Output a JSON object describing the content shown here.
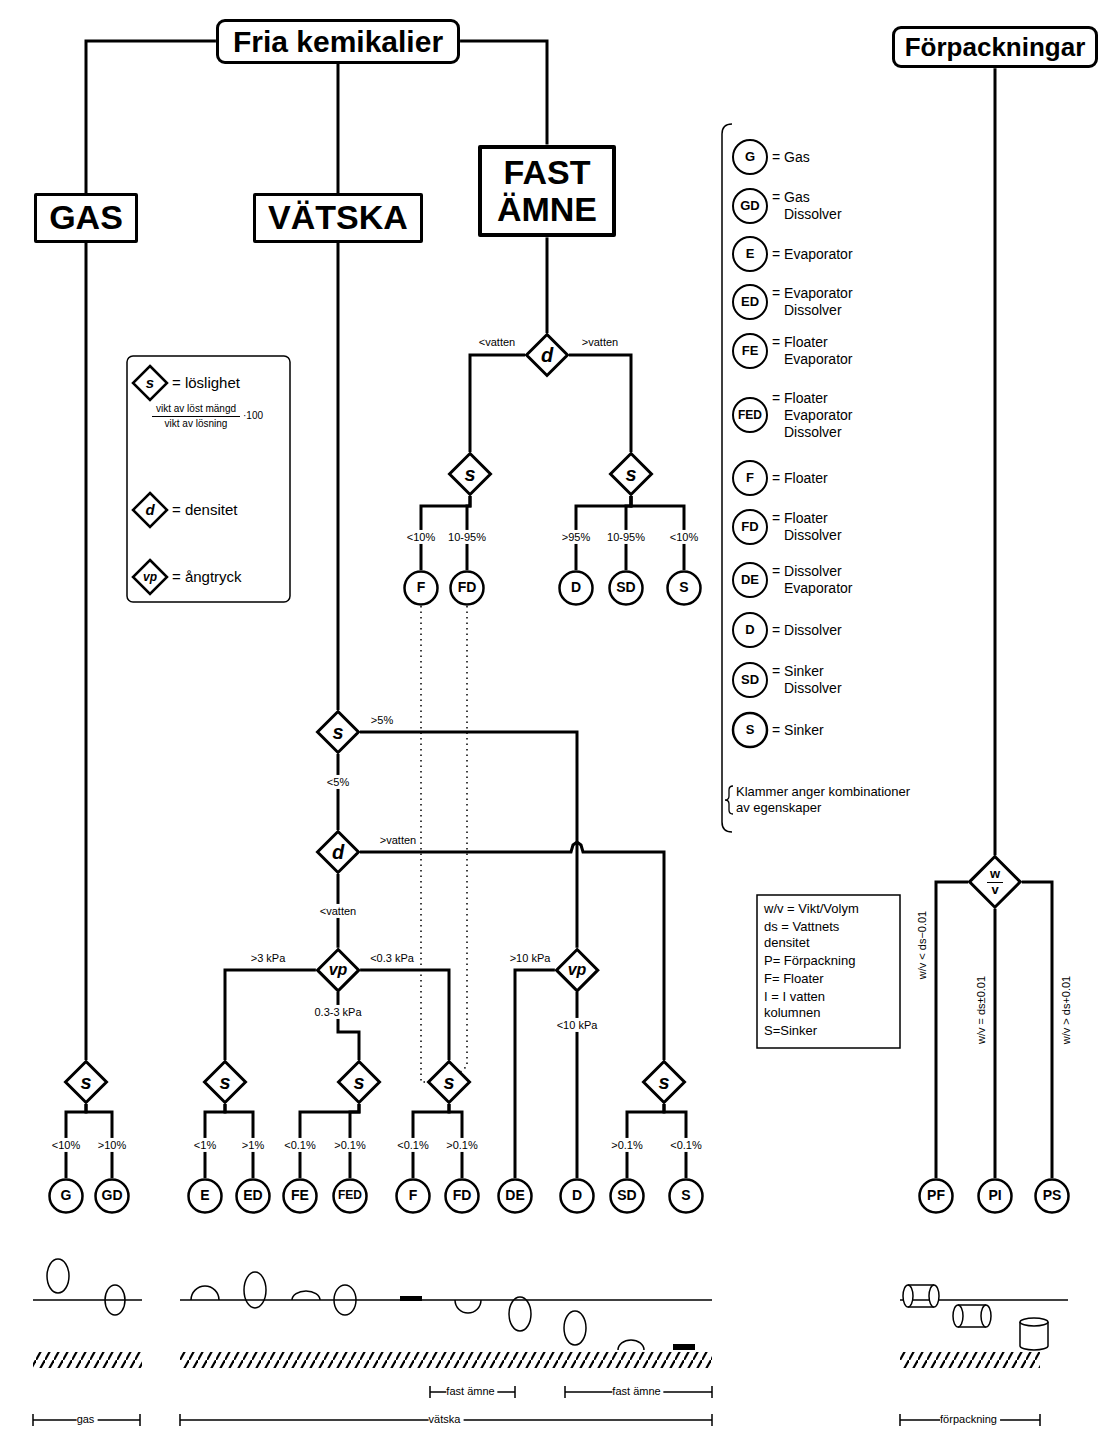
{
  "diagram": {
    "nodes": [
      {
        "text": [
          "Fria kemikalier"
        ]
      },
      {
        "text": [
          "Förpackningar"
        ]
      },
      {
        "text": [
          "GAS"
        ]
      },
      {
        "text": [
          "VÄTSKA"
        ]
      },
      {
        "text": [
          "FAST ÄMNE"
        ]
      },
      {
        "text": [
          "d"
        ]
      },
      {
        "text": [
          "s"
        ]
      },
      {
        "text": [
          "s"
        ]
      },
      {
        "text": [
          "F"
        ]
      },
      {
        "text": [
          "FD"
        ]
      },
      {
        "text": [
          "D"
        ]
      },
      {
        "text": [
          "SD"
        ]
      },
      {
        "text": [
          "S"
        ]
      },
      {
        "text": [
          "s"
        ]
      },
      {
        "text": [
          "d"
        ]
      },
      {
        "text": [
          "vp"
        ]
      },
      {
        "text": [
          "vp"
        ]
      },
      {
        "text": [
          "s"
        ]
      },
      {
        "text": [
          "s"
        ]
      },
      {
        "text": [
          "s"
        ]
      },
      {
        "text": [
          "s"
        ]
      },
      {
        "text": [
          "E"
        ]
      },
      {
        "text": [
          "ED"
        ]
      },
      {
        "text": [
          "FE"
        ]
      },
      {
        "text": [
          "FED"
        ]
      },
      {
        "text": [
          "F"
        ]
      },
      {
        "text": [
          "FD"
        ]
      },
      {
        "text": [
          "DE"
        ]
      },
      {
        "text": [
          "D"
        ]
      },
      {
        "text": [
          "SD"
        ]
      },
      {
        "text": [
          "S"
        ]
      },
      {
        "text": [
          "s"
        ]
      },
      {
        "text": [
          "G"
        ]
      },
      {
        "text": [
          "GD"
        ]
      },
      {
        "text": [
          "w",
          "v"
        ]
      },
      {
        "text": [
          "PF"
        ]
      },
      {
        "text": [
          "PI"
        ]
      },
      {
        "text": [
          "PS"
        ]
      }
    ],
    "edges": [
      {
        "from": 0,
        "to": 2,
        "arrow": "none"
      },
      {
        "from": 0,
        "to": 3,
        "arrow": "none"
      },
      {
        "from": 0,
        "to": 4,
        "arrow": "none"
      },
      {
        "from": 1,
        "to": 34,
        "arrow": "none"
      },
      {
        "from": 4,
        "to": 5,
        "arrow": "none"
      },
      {
        "from": 5,
        "to": 6,
        "label": "<vatten",
        "arrow": "none"
      },
      {
        "from": 5,
        "to": 7,
        "label": ">vatten",
        "arrow": "none"
      },
      {
        "from": 6,
        "to": 8,
        "label": "<10%",
        "arrow": "none"
      },
      {
        "from": 6,
        "to": 9,
        "label": "10-95%",
        "arrow": "none"
      },
      {
        "from": 7,
        "to": 10,
        "label": ">95%",
        "arrow": "none"
      },
      {
        "from": 7,
        "to": 11,
        "label": "10-95%",
        "arrow": "none"
      },
      {
        "from": 7,
        "to": 12,
        "label": "<10%",
        "arrow": "none"
      },
      {
        "from": 3,
        "to": 13,
        "arrow": "none"
      },
      {
        "from": 13,
        "to": 16,
        "label": ">5%",
        "arrow": "none"
      },
      {
        "from": 13,
        "to": 14,
        "label": "<5%",
        "arrow": "none"
      },
      {
        "from": 14,
        "to": 20,
        "label": ">vatten",
        "arrow": "none"
      },
      {
        "from": 14,
        "to": 15,
        "label": "<vatten",
        "arrow": "none"
      },
      {
        "from": 15,
        "to": 17,
        "label": ">3 kPa",
        "arrow": "none"
      },
      {
        "from": 15,
        "to": 18,
        "label": "0.3-3 kPa",
        "arrow": "none"
      },
      {
        "from": 15,
        "to": 19,
        "label": "<0.3 kPa",
        "arrow": "none"
      },
      {
        "from": 16,
        "to": 27,
        "label": ">10 kPa",
        "arrow": "none"
      },
      {
        "from": 16,
        "to": 28,
        "label": "<10 kPa",
        "arrow": "none"
      },
      {
        "from": 17,
        "to": 21,
        "label": "<1%",
        "arrow": "none"
      },
      {
        "from": 17,
        "to": 22,
        "label": ">1%",
        "arrow": "none"
      },
      {
        "from": 18,
        "to": 23,
        "label": "<0.1%",
        "arrow": "none"
      },
      {
        "from": 18,
        "to": 24,
        "label": ">0.1%",
        "arrow": "none"
      },
      {
        "from": 19,
        "to": 25,
        "label": "<0.1%",
        "arrow": "none"
      },
      {
        "from": 19,
        "to": 26,
        "label": ">0.1%",
        "arrow": "none"
      },
      {
        "from": 20,
        "to": 29,
        "label": ">0.1%",
        "arrow": "none"
      },
      {
        "from": 20,
        "to": 30,
        "label": "<0.1%",
        "arrow": "none"
      },
      {
        "from": 8,
        "to": 19,
        "arrow": "none"
      },
      {
        "from": 9,
        "to": 19,
        "arrow": "none"
      },
      {
        "from": 2,
        "to": 31,
        "arrow": "none"
      },
      {
        "from": 31,
        "to": 32,
        "label": "<10%",
        "arrow": "none"
      },
      {
        "from": 31,
        "to": 33,
        "label": ">10%",
        "arrow": "none"
      },
      {
        "from": 34,
        "to": 35,
        "label": "w/v < ds−0.01",
        "arrow": "none"
      },
      {
        "from": 34,
        "to": 36,
        "label": "w/v = ds±0.01",
        "arrow": "none"
      },
      {
        "from": 34,
        "to": 37,
        "label": "w/v > ds+0.01",
        "arrow": "none"
      }
    ],
    "labels": [
      "s",
      "d",
      "vp",
      "vikt av löst mängd",
      "vikt av lösning",
      "·100",
      "G",
      "GD",
      "E",
      "ED",
      "FE",
      "FED",
      "F",
      "FD",
      "DE",
      "D",
      "SD",
      "S",
      "Klammer anger kombinationer av egenskaper",
      "w/v = Vikt/Volym",
      "ds = Vattnets densitet",
      "P= Förpackning",
      "F= Floater",
      "I = I vatten kolumnen",
      "S=Sinker",
      "gas",
      "vätska",
      "fast ämne",
      "fast ämne",
      "förpackning"
    ],
    "legend": [
      {
        "text": "= löslighet"
      },
      {
        "text": "= densitet"
      },
      {
        "text": "= ångtryck"
      },
      {
        "text": "= Gas"
      },
      {
        "text": "= Gas Dissolver"
      },
      {
        "text": "= Evaporator"
      },
      {
        "text": "= Evaporator Dissolver"
      },
      {
        "text": "= Floater Evaporator"
      },
      {
        "text": "= Floater Evaporator Dissolver"
      },
      {
        "text": "= Floater"
      },
      {
        "text": "= Floater Dissolver"
      },
      {
        "text": "= Dissolver Evaporator"
      },
      {
        "text": "= Dissolver"
      },
      {
        "text": "= Sinker Dissolver"
      },
      {
        "text": "= Sinker"
      }
    ]
  }
}
